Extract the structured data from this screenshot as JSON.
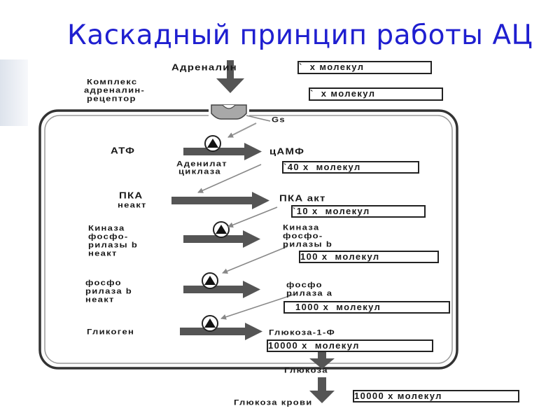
{
  "title": "Каскадный принцип работы АЦ",
  "labels": {
    "adrenalin": "Адреналин",
    "complex_1": "Комплекс",
    "complex_2": "адреналин-",
    "complex_3": "рецептор",
    "gs": "Gs",
    "atf": "АТФ",
    "camf": "цАМФ",
    "cyclase_1": "Аденилат",
    "cyclase_2": "циклаза",
    "pka": "ПКА",
    "pka_inactive": "неакт",
    "pka_active": "ПКА акт",
    "kinase_l1": "Киназа",
    "kinase_l2": "фосфо-",
    "kinase_l3": "рилазы b",
    "kinase_l4": "неакт",
    "kinase_r1": "Киназа",
    "kinase_r2": "фосфо-",
    "kinase_r3": "рилазы b",
    "phos_l1": "фосфо",
    "phos_l2": "рилаза b",
    "phos_l3": "неакт",
    "phos_r1": "фосфо",
    "phos_r2": "рилаза  а",
    "glycogen": "Гликоген",
    "glucose1p": "Глюкоза-1-Ф",
    "glucose": "Глюкоза",
    "blood_glucose": "Глюкоза крови"
  },
  "boxes": {
    "b1": "`  х молекул",
    "b2": "`  х молекул",
    "b3": "`40 х  молекул",
    "b4": "`10 х  молекул",
    "b5": "100 х  молекул",
    "b6": "   1000 х  молекул",
    "b7": "10000 х  молекул",
    "b8": "10000 х молекул"
  }
}
